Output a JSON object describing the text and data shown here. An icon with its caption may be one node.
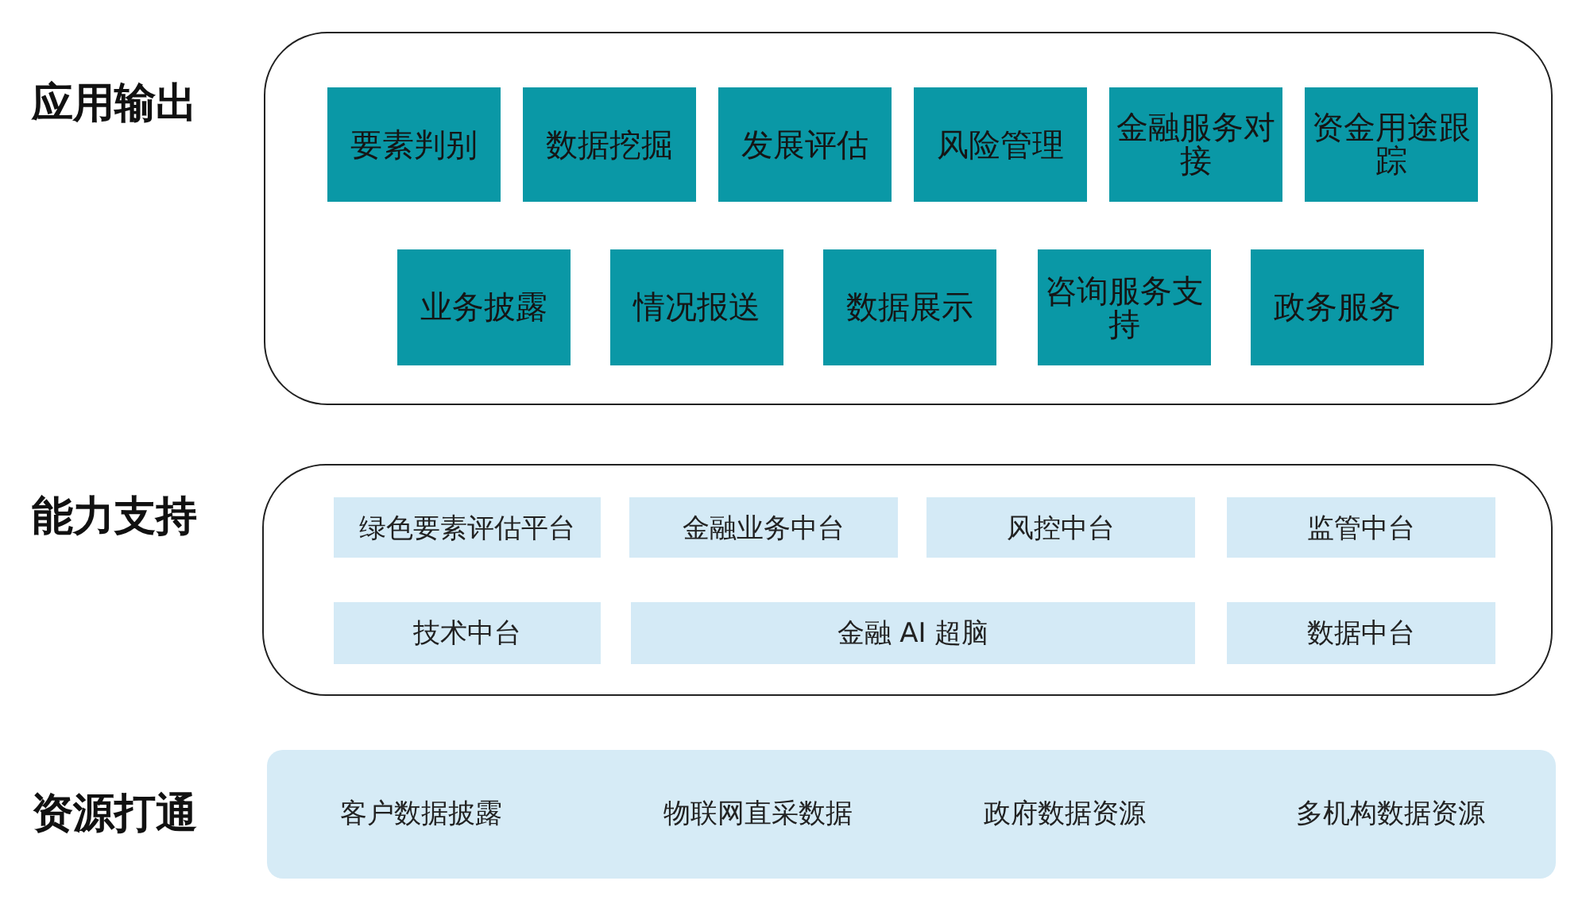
{
  "diagram": {
    "nodes": [
      {
        "text": [
          "应用输出"
        ]
      },
      {
        "text": [
          "要素判别"
        ],
        "in": 0
      },
      {
        "text": [
          "数据挖掘"
        ],
        "in": 0
      },
      {
        "text": [
          "发展评估"
        ],
        "in": 0
      },
      {
        "text": [
          "风险管理"
        ],
        "in": 0
      },
      {
        "text": [
          "金融服务对接"
        ],
        "in": 0
      },
      {
        "text": [
          "资金用途跟踪"
        ],
        "in": 0
      },
      {
        "text": [
          "业务披露"
        ],
        "in": 0
      },
      {
        "text": [
          "情况报送"
        ],
        "in": 0
      },
      {
        "text": [
          "数据展示"
        ],
        "in": 0
      },
      {
        "text": [
          "咨询服务支持"
        ],
        "in": 0
      },
      {
        "text": [
          "政务服务"
        ],
        "in": 0
      },
      {
        "text": [
          "能力支持"
        ]
      },
      {
        "text": [
          "绿色要素评估平台"
        ],
        "in": 12
      },
      {
        "text": [
          "金融业务中台"
        ],
        "in": 12
      },
      {
        "text": [
          "风控中台"
        ],
        "in": 12
      },
      {
        "text": [
          "监管中台"
        ],
        "in": 12
      },
      {
        "text": [
          "技术中台"
        ],
        "in": 12
      },
      {
        "text": [
          "金融 AI 超脑"
        ],
        "in": 12
      },
      {
        "text": [
          "数据中台"
        ],
        "in": 12
      },
      {
        "text": [
          "资源打通",
          "客户数据披露",
          "物联网直采数据",
          "政府数据资源",
          "多机构数据资源"
        ]
      }
    ]
  }
}
